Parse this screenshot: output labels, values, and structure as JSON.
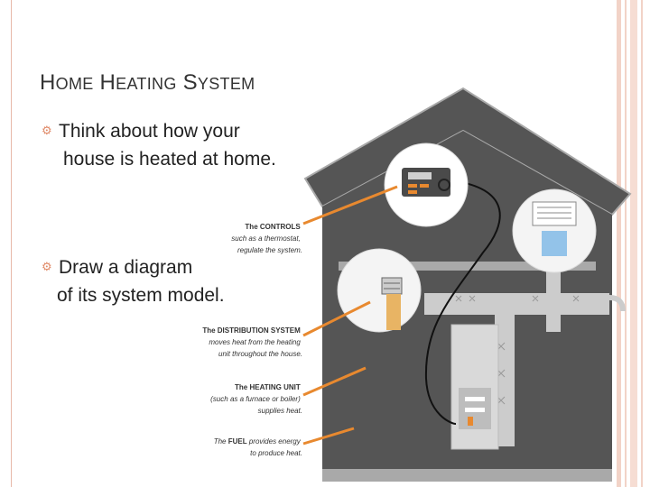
{
  "slide": {
    "title_caps": [
      "H",
      "H",
      "S"
    ],
    "title_parts": [
      "OME",
      "EATING",
      "YSTEM"
    ],
    "bullets": [
      {
        "line1": "Think about how your",
        "line2": "house is heated at home."
      },
      {
        "line1": "Draw a diagram",
        "line2": "of its system model."
      }
    ],
    "bullet_icon": "gear-icon"
  },
  "diagram": {
    "callouts": {
      "controls": {
        "strong": "The CONTROLS",
        "lines": [
          "such as a thermostat,",
          "regulate the system."
        ]
      },
      "distribution": {
        "strong": "The DISTRIBUTION SYSTEM",
        "lines": [
          "moves heat from the heating",
          "unit throughout the house."
        ]
      },
      "heating_unit": {
        "strong": "The HEATING UNIT",
        "lines": [
          "(such as a furnace or boiler)",
          "supplies heat."
        ]
      },
      "fuel": {
        "prefix": "The ",
        "strong": "FUEL",
        "suffix": " provides energy",
        "lines": [
          "to produce heat."
        ]
      }
    },
    "colors": {
      "house_fill": "#555555",
      "house_outline": "#a9a9a9",
      "leader": "#e8892f",
      "duct": "#cccccc",
      "accent_blue": "#7ab6e6"
    }
  }
}
